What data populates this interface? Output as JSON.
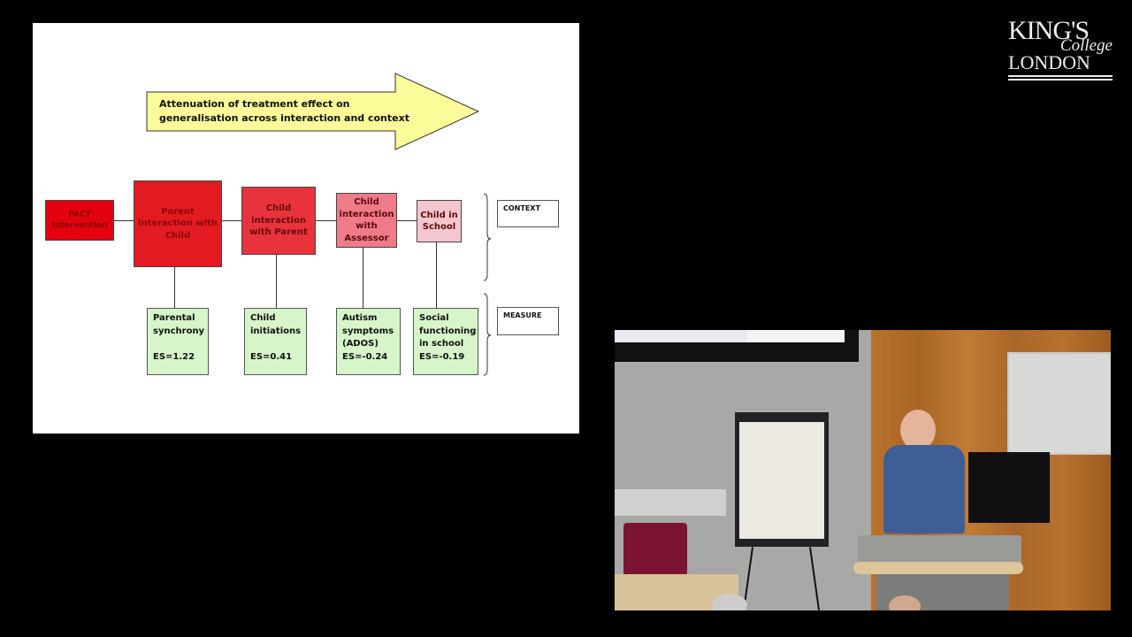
{
  "logo": {
    "line1": "KING'S",
    "line2": "College",
    "line3": "LONDON"
  },
  "slide": {
    "arrow_text_line1": "Attenuation of treatment effect on",
    "arrow_text_line2": "generalisation across interaction and context",
    "context_boxes": [
      {
        "label": "PACT Intervention",
        "color": "#e3000f"
      },
      {
        "label": "Parent interaction with Child",
        "color": "#e41a22"
      },
      {
        "label": "Child interaction with Parent",
        "color": "#e8323c"
      },
      {
        "label": "Child interaction with Assessor",
        "color": "#ee7b87"
      },
      {
        "label": "Child in School",
        "color": "#f6c6cf"
      }
    ],
    "measure_boxes": [
      {
        "text": "Parental\nsynchrony\n\nES=1.22"
      },
      {
        "text": "Child\ninitiations\n\nES=0.41"
      },
      {
        "text": "Autism\nsymptoms\n(ADOS)\nES=-0.24"
      },
      {
        "text": "Social\nfunctioning\nin school\nES=-0.19"
      }
    ],
    "context_label": "CONTEXT",
    "measure_label": "MEASURE"
  },
  "video": {
    "description": "Speaker presenting at lectern with flipchart"
  }
}
